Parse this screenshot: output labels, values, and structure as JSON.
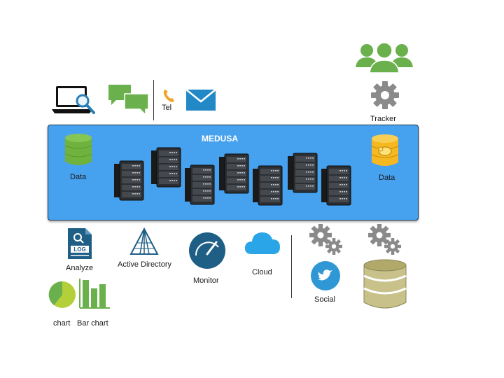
{
  "colors": {
    "banner_blue": "#46a1ef",
    "icon_green": "#6ab04c",
    "gear_gray": "#8a8a8a",
    "navy_icon": "#1f5f86",
    "twitter_blue": "#2f98d4",
    "cloud_blue": "#2aa6e8",
    "database_olive": "#c8c28a",
    "pie_lime": "#b3cf3a"
  },
  "top_row": {
    "tel_label": "Tel",
    "tracker_label": "Tracker",
    "icons": [
      "laptop-search-icon",
      "chat-bubbles-icon",
      "phone-icon",
      "mail-icon",
      "users-group-icon",
      "gear-icon"
    ]
  },
  "banner": {
    "title": "MEDUSA",
    "left_data_label": "Data",
    "right_data_label": "Data",
    "icons": [
      "green-database-icon",
      "server-rack-icon",
      "hadoop-database-icon"
    ]
  },
  "bottom_row": {
    "analyze_label": "Analyze",
    "active_directory_label": "Active Directory",
    "monitor_label": "Monitor",
    "cloud_label": "Cloud",
    "social_label": "Social",
    "chart_label": "chart",
    "bar_chart_label": "Bar chart",
    "log_text": "LOG",
    "icons": [
      "log-file-icon",
      "pyramid-icon",
      "gauge-icon",
      "cloud-icon",
      "gears-icon",
      "twitter-icon",
      "database-stack-icon",
      "pie-chart-icon",
      "bar-chart-icon"
    ]
  }
}
